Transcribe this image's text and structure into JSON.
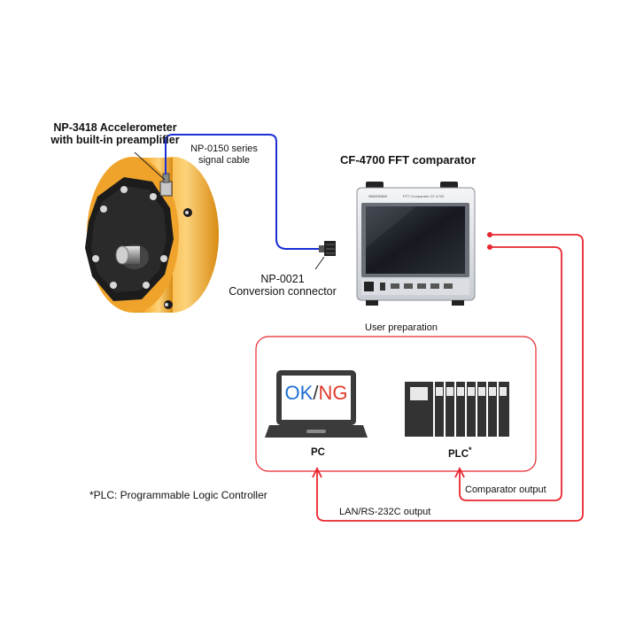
{
  "accelerometer": {
    "title_line1": "NP-3418 Accelerometer",
    "title_line2": "with built-in preamplifier"
  },
  "cable": {
    "line1": "NP-0150 series",
    "line2": "signal cable"
  },
  "connector": {
    "line1": "NP-0021",
    "line2": "Conversion connector"
  },
  "comparator": {
    "title": "CF-4700  FFT comparator",
    "brand": "ONOSOKKI",
    "model": "FFT Comparator CF-4700"
  },
  "user_box": {
    "title": "User preparation"
  },
  "pc": {
    "screen_ok": "OK",
    "screen_slash": "/",
    "screen_ng": "NG",
    "label": "PC"
  },
  "plc": {
    "label": "PLC",
    "mark": "*"
  },
  "links": {
    "comparator_output": "Comparator output",
    "lan_output": "LAN/RS-232C output"
  },
  "footnote": "*PLC: Programmable Logic Controller",
  "colors": {
    "cable_blue": "#1a2fd6",
    "signal_red": "#e8262e",
    "ok_blue": "#1f6fd1",
    "ng_red": "#e03a2a",
    "motor_orange": "#f5a623"
  }
}
